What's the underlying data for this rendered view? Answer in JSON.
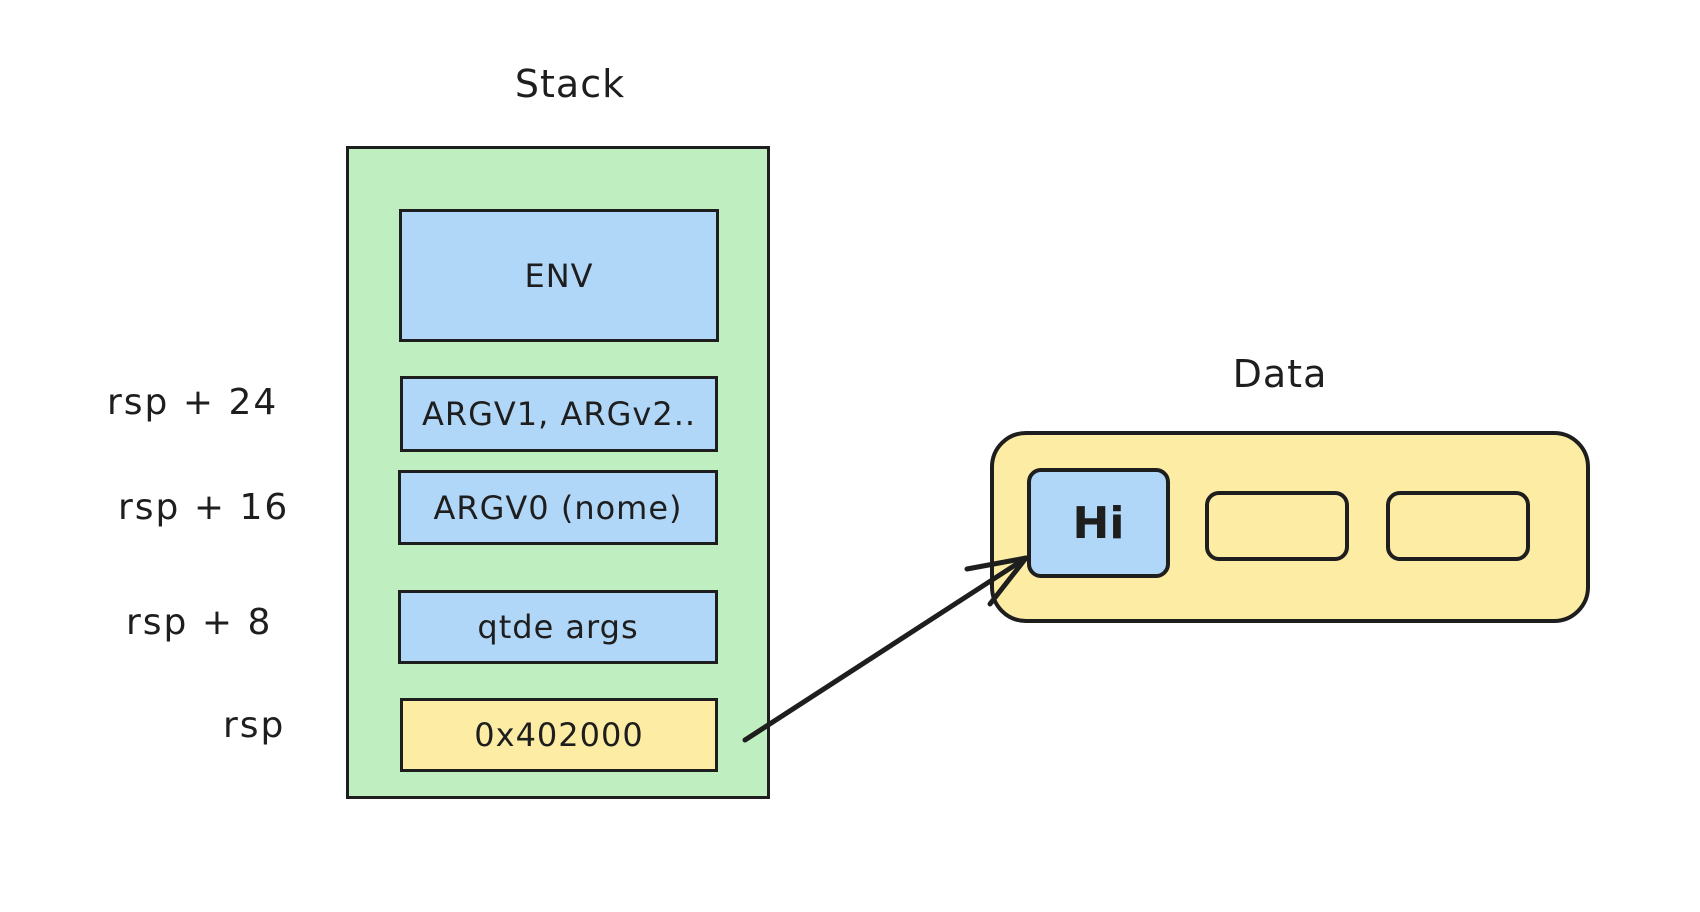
{
  "stack": {
    "title": "Stack",
    "color": "#bfeec0",
    "cells": [
      {
        "text": "ENV",
        "color": "#b1d7f8"
      },
      {
        "text": "ARGV1, ARGv2..",
        "color": "#b1d7f8"
      },
      {
        "text": "ARGV0 (nome)",
        "color": "#b1d7f8"
      },
      {
        "text": "qtde args",
        "color": "#b1d7f8"
      },
      {
        "text": "0x402000",
        "color": "#fdeca4"
      }
    ]
  },
  "offsets": [
    {
      "text": "rsp + 24"
    },
    {
      "text": "rsp + 16"
    },
    {
      "text": "rsp + 8"
    },
    {
      "text": "rsp"
    }
  ],
  "data": {
    "title": "Data",
    "color": "#fdeca4",
    "slots": [
      {
        "text": "Hi",
        "color": "#b1d7f8"
      },
      {
        "text": "",
        "color": "#fdeca4"
      },
      {
        "text": "",
        "color": "#fdeca4"
      }
    ]
  },
  "arrow": {
    "from": "0x402000",
    "to": "Hi"
  }
}
